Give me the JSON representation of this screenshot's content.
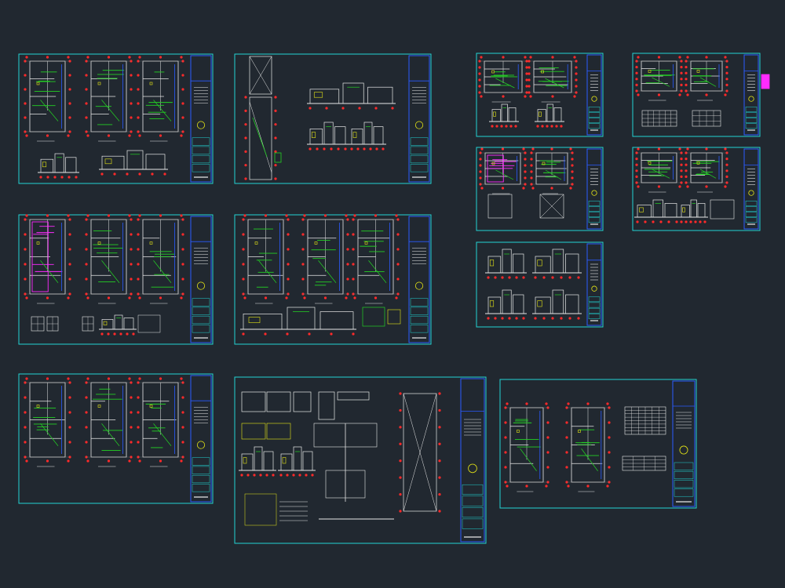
{
  "colors": {
    "frame": "#22d3d3",
    "titleblock": "#2b5bff",
    "grid_dot": "#ff2a2a",
    "wall": "#e8e8e8",
    "accent_green": "#23d123",
    "accent_yellow": "#e6e616",
    "accent_magenta": "#ff2bff",
    "background": "#212830"
  },
  "sheets": [
    {
      "id": "s1",
      "kind": "plans3"
    },
    {
      "id": "s2",
      "kind": "elevations"
    },
    {
      "id": "s3",
      "kind": "small_plans"
    },
    {
      "id": "s4",
      "kind": "small_plans"
    },
    {
      "id": "s5",
      "kind": "plans3_magenta"
    },
    {
      "id": "s6",
      "kind": "plans3_sections"
    },
    {
      "id": "s7",
      "kind": "small_plans"
    },
    {
      "id": "s8",
      "kind": "small_details"
    },
    {
      "id": "s9",
      "kind": "small_elev"
    },
    {
      "id": "s10",
      "kind": "plans3"
    },
    {
      "id": "s11",
      "kind": "details"
    },
    {
      "id": "s12",
      "kind": "plans2_table"
    }
  ]
}
